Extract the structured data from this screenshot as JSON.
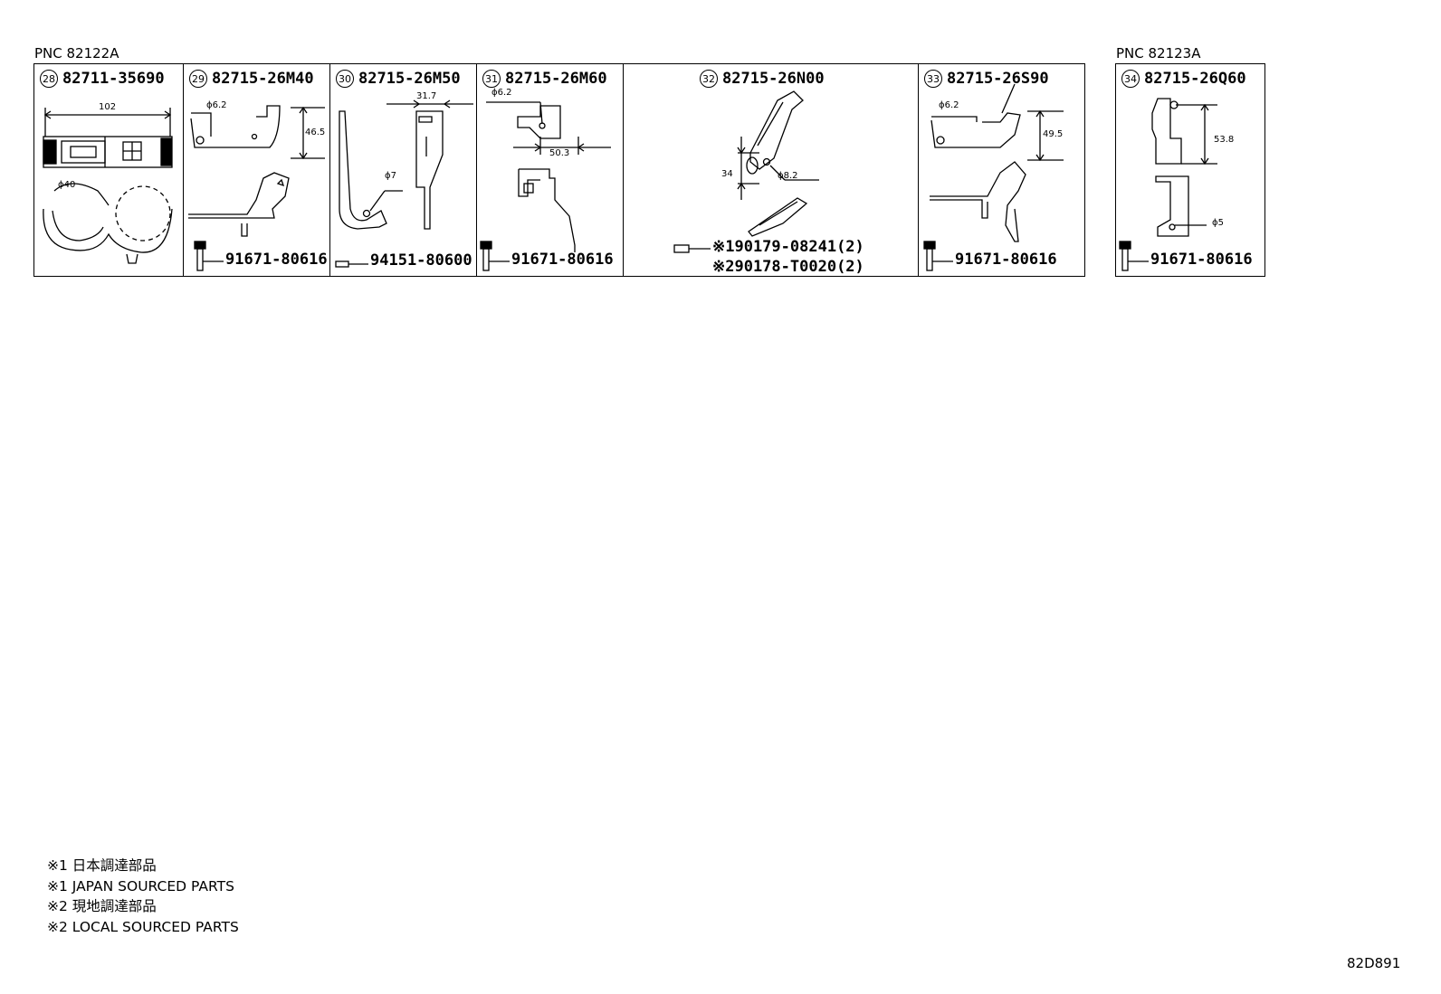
{
  "groups": [
    {
      "pnc": "PNC 82122A"
    },
    {
      "pnc": "PNC 82123A"
    }
  ],
  "cells": [
    {
      "num": "28",
      "part": "82711-35690",
      "dims": [
        "102",
        "ϕ40"
      ]
    },
    {
      "num": "29",
      "part": "82715-26M40",
      "dims": [
        "ϕ6.2",
        "46.5"
      ],
      "sub_part": "91671-80616"
    },
    {
      "num": "30",
      "part": "82715-26M50",
      "dims": [
        "31.7",
        "ϕ7"
      ],
      "sub_part": "94151-80600"
    },
    {
      "num": "31",
      "part": "82715-26M60",
      "dims": [
        "ϕ6.2",
        "50.3"
      ],
      "sub_part": "91671-80616"
    },
    {
      "num": "32",
      "part": "82715-26N00",
      "dims": [
        "34",
        "ϕ8.2"
      ],
      "sub_parts": [
        "※190179-08241(2)",
        "※290178-T0020(2)"
      ]
    },
    {
      "num": "33",
      "part": "82715-26S90",
      "dims": [
        "ϕ6.2",
        "49.5"
      ],
      "sub_part": "91671-80616"
    },
    {
      "num": "34",
      "part": "82715-26Q60",
      "dims": [
        "53.8",
        "ϕ5"
      ],
      "sub_part": "91671-80616"
    }
  ],
  "notes": [
    "※1 日本調達部品",
    "※1 JAPAN SOURCED PARTS",
    "※2 現地調達部品",
    "※2 LOCAL SOURCED PARTS"
  ],
  "diagram_code": "82D891"
}
